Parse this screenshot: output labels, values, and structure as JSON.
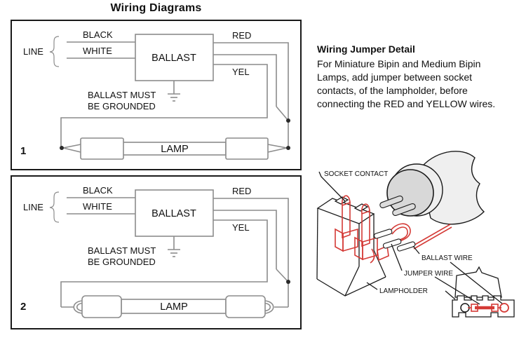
{
  "title": "Wiring Diagrams",
  "colors": {
    "wire_gray": "#8c8c8c",
    "outline_black": "#1a1a1a",
    "accent_red": "#d43a36",
    "lamp_cap_gray": "#d8d8d8"
  },
  "wiring": {
    "line_label": "LINE",
    "black_label": "BLACK",
    "white_label": "WHITE",
    "ballast_label": "BALLAST",
    "red_label": "RED",
    "yellow_label": "YEL",
    "ground_note_line1": "BALLAST MUST",
    "ground_note_line2": "BE GROUNDED",
    "lamp_label": "LAMP",
    "diagrams": [
      {
        "number": "1"
      },
      {
        "number": "2"
      }
    ]
  },
  "jumper_detail": {
    "heading": "Wiring Jumper Detail",
    "body_lines": [
      "For Miniature Bipin and Medium Bipin",
      "Lamps, add jumper between socket",
      "contacts, of the lampholder, before",
      "connecting the RED and YELLOW wires."
    ],
    "labels": {
      "socket_contact": "SOCKET CONTACT",
      "ballast_wire": "BALLAST WIRE",
      "jumper_wire": "JUMPER WIRE",
      "lampholder": "LAMPHOLDER"
    }
  }
}
